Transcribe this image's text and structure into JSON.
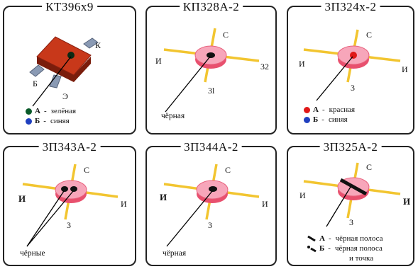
{
  "cards": [
    {
      "title": "КТ396х9",
      "pins": {
        "k": "К",
        "b": "Б",
        "e": "Э"
      },
      "legend": [
        {
          "key": "А",
          "sep": "-",
          "text": "зелёная",
          "color": "#0a5a2a"
        },
        {
          "key": "Б",
          "sep": "-",
          "text": "синяя",
          "color": "#1f3fbf"
        }
      ]
    },
    {
      "title": "КП328А-2",
      "pins": {
        "top": "С",
        "left": "И",
        "right": "32",
        "bottom": "3l"
      },
      "caption": "чёрная"
    },
    {
      "title": "3П324х-2",
      "pins": {
        "top": "С",
        "left": "И",
        "right": "И",
        "bottom": "3"
      },
      "legend": [
        {
          "key": "А",
          "sep": "-",
          "text": "красная",
          "color": "#e01818"
        },
        {
          "key": "Б",
          "sep": "-",
          "text": "синяя",
          "color": "#1f3fbf"
        }
      ]
    },
    {
      "title": "3П343А-2",
      "pins": {
        "top": "С",
        "left": "И",
        "right": "И",
        "bottom": "3"
      },
      "caption": "чёрные"
    },
    {
      "title": "3П344А-2",
      "pins": {
        "top": "С",
        "left": "И",
        "right": "И",
        "bottom": "3"
      },
      "caption": "чёрная"
    },
    {
      "title": "3П325А-2",
      "pins": {
        "top": "С",
        "left": "И",
        "right": "И",
        "bottom": "3"
      },
      "legend": [
        {
          "key": "А",
          "sep": "-",
          "text": "чёрная полоса"
        },
        {
          "key": "Б",
          "sep": "-",
          "text": "чёрная полоса"
        },
        {
          "text": "и точка"
        }
      ]
    }
  ],
  "colors": {
    "lead": "#f2c530",
    "body_pink": "#f06a8a",
    "body_light": "#f8a8bc",
    "mark_black": "#111111",
    "mark_red": "#e01818",
    "transistor_red": "#c8381a",
    "transistor_lead": "#7f8ea8"
  }
}
